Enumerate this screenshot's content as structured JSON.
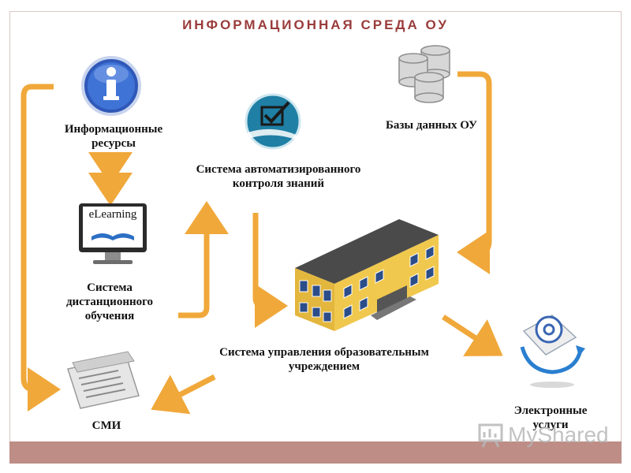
{
  "title": "ИНФОРМАЦИОННАЯ СРЕДА ОУ",
  "nodes": {
    "info_resources": "Информационные ресурсы",
    "elearning_screen": "eLearning",
    "distance_learning": "Система дистанционного обучения",
    "knowledge_control": "Система автоматизированного контроля знаний",
    "databases": "Базы данных ОУ",
    "management": "Система управления образовательным учреждением",
    "media": "СМИ",
    "e_services": "Электронные услуги"
  },
  "watermark": {
    "logo_text": "MyShared"
  },
  "colors": {
    "title": "#9a3b3b",
    "arrow": "#f0a83a",
    "footer_bar": "#bd8d86"
  }
}
